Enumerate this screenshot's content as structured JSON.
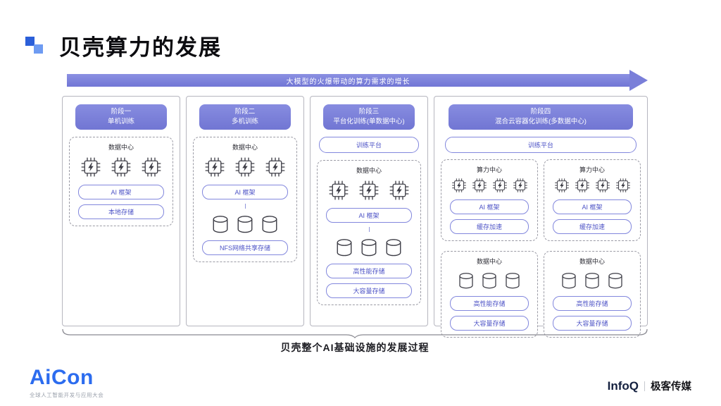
{
  "slide": {
    "title": "贝壳算力的发展",
    "arrow_text": "大模型的火爆带动的算力需求的增长",
    "caption": "贝壳整个AI基础设施的发展过程"
  },
  "colors": {
    "accent": "#7a7fd9",
    "pill_text": "#4d53c6",
    "brand_blue": "#2c6cef"
  },
  "stages": [
    {
      "title_line1": "阶段一",
      "title_line2": "单机训练",
      "container_label": "数据中心",
      "chip_count": 3,
      "ai_pill": "AI 框架",
      "storage_pill": "本地存储"
    },
    {
      "title_line1": "阶段二",
      "title_line2": "多机训练",
      "container_label": "数据中心",
      "chip_count": 3,
      "db_count": 3,
      "ai_pill": "AI 框架",
      "storage_pill": "NFS网络共享存储"
    },
    {
      "title_line1": "阶段三",
      "title_line2": "平台化训练(单数据中心)",
      "platform_pill": "训练平台",
      "container_label": "数据中心",
      "chip_count": 3,
      "db_count": 3,
      "ai_pill": "AI 框架",
      "storage_pill_1": "高性能存储",
      "storage_pill_2": "大容量存储"
    },
    {
      "title_line1": "阶段四",
      "title_line2": "混合云容器化训练(多数据中心)",
      "platform_pill": "训练平台",
      "compute_centers": [
        {
          "label": "算力中心",
          "chip_count": 4,
          "ai_pill": "AI 框架",
          "cache_pill": "缓存加速"
        },
        {
          "label": "算力中心",
          "chip_count": 4,
          "ai_pill": "AI 框架",
          "cache_pill": "缓存加速"
        }
      ],
      "data_centers": [
        {
          "label": "数据中心",
          "db_count": 3,
          "storage_pill_1": "高性能存储",
          "storage_pill_2": "大容量存储"
        },
        {
          "label": "数据中心",
          "db_count": 3,
          "storage_pill_1": "高性能存储",
          "storage_pill_2": "大容量存储"
        }
      ]
    }
  ],
  "footer": {
    "brand": "AiCon",
    "brand_subtitle": "全球人工智能开发与应用大会",
    "partner_brand": "InfoQ",
    "partner_text": "极客传媒"
  }
}
